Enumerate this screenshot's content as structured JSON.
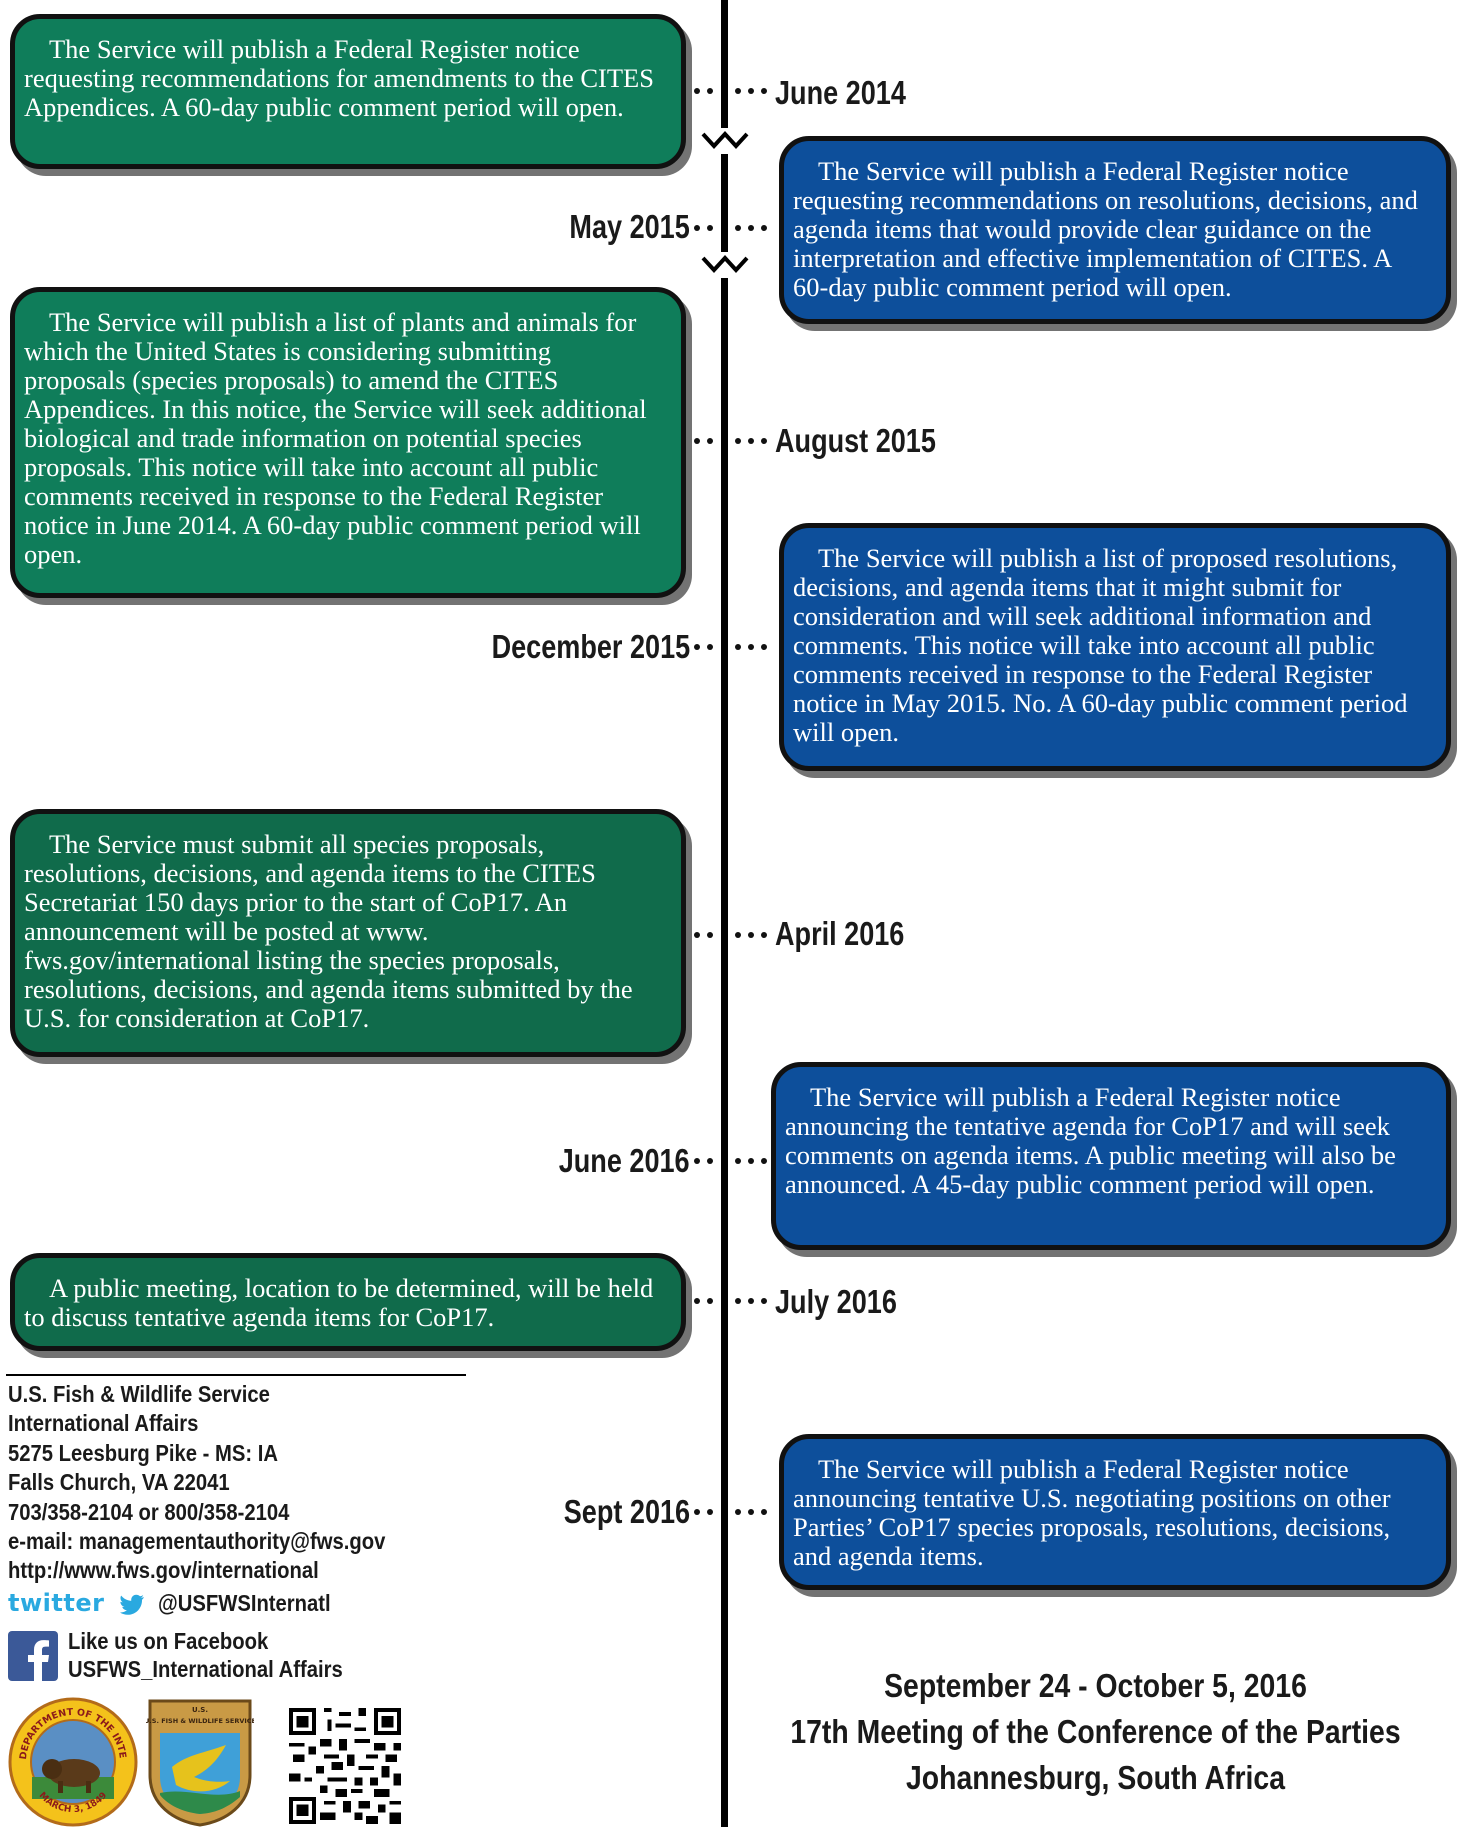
{
  "timeline": {
    "dates": {
      "d1": "June 2014",
      "d2": "May 2015",
      "d3": "August 2015",
      "d4": "December  2015",
      "d5": "April 2016",
      "d6": "June 2016",
      "d7": "July 2016",
      "d8": "Sept 2016"
    },
    "boxes": {
      "b1": "The Service will publish a Federal Register notice requesting recommendations for amendments to the CITES Appendices. A 60-day public comment period will open.",
      "b2": "The Service will publish a Federal Register notice requesting recommendations on resolutions, decisions, and agenda items that would provide clear guidance on the interpretation and effective implementation of CITES. A 60-day public comment period will open.",
      "b3": "The Service will publish a list of plants and animals for which the United States is considering submitting proposals (species proposals) to amend the CITES Appendices.  In this notice, the Service will seek additional biological and trade information on potential species proposals.  This notice will take into account all public comments received in response to the Federal Register notice in June 2014. A 60-day public comment period will open.",
      "b4": "The Service will publish a list of proposed resolutions, decisions, and agenda items that it might submit for consideration and will seek additional information and comments. This notice will take into account all public comments received in response to the Federal Register notice in May 2015. No. A 60-day public comment period will open.",
      "b5": "The Service must submit all species proposals, resolutions, decisions, and agenda items to the CITES Secretariat 150 days prior to the start of CoP17.  An announcement will be posted at www. fws.gov/international listing the species proposals, resolutions, decisions, and agenda items submitted by the U.S. for consideration at CoP17.",
      "b6": "The Service will publish a Federal Register notice announcing the tentative agenda for CoP17 and will seek comments on agenda items. A public meeting will also be announced. A 45-day public comment period will open.",
      "b7": "A public meeting, location to be determined, will be held to discuss tentative agenda items for CoP17.",
      "b8": "The Service will publish a Federal Register notice announcing tentative U.S. negotiating positions on other Parties’ CoP17 species proposals, resolutions, decisions, and agenda items."
    }
  },
  "footer": {
    "org": "U.S. Fish & Wildlife Service",
    "dept": "International Affairs",
    "street": "5275 Leesburg Pike - MS:  IA",
    "city": "Falls Church, VA 22041",
    "phone": "703/358-2104 or 800/358-2104",
    "email": "e-mail: managementauthority@fws.gov",
    "web": "http://www.fws.gov/international",
    "twitter_brand": "twitter",
    "twitter_handle": "@USFWSInternatl",
    "facebook_line1": "Like us on Facebook",
    "facebook_line2": "USFWS_International Affairs",
    "interior_seal_text": "U.S. DEPARTMENT OF THE INTERIOR",
    "interior_seal_date": "MARCH 3, 1849",
    "fws_badge_text": "U.S. FISH & WILDLIFE SERVICE"
  },
  "closing": {
    "line1": "September 24 - October 5, 2016",
    "line2": "17th Meeting of the Conference of the Parties",
    "line3": "Johannesburg, South Africa"
  },
  "colors": {
    "green": "#0f7d5a",
    "blue": "#0d4f9b",
    "twitter_blue": "#2aa9e0",
    "facebook_blue": "#3b5998"
  }
}
